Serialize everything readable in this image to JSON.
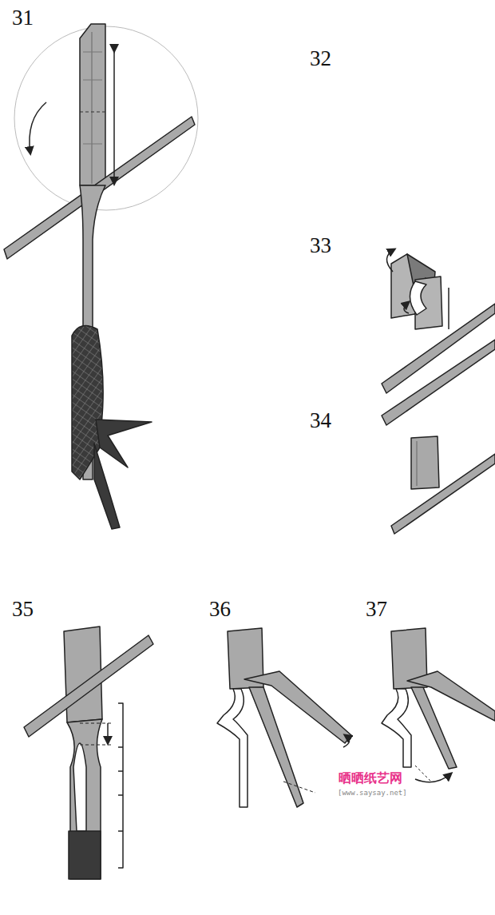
{
  "diagram": {
    "labels": [
      "31",
      "32",
      "33",
      "34",
      "35",
      "36",
      "37",
      "晒晒纸艺网",
      "[www.saysay.net]"
    ]
  }
}
